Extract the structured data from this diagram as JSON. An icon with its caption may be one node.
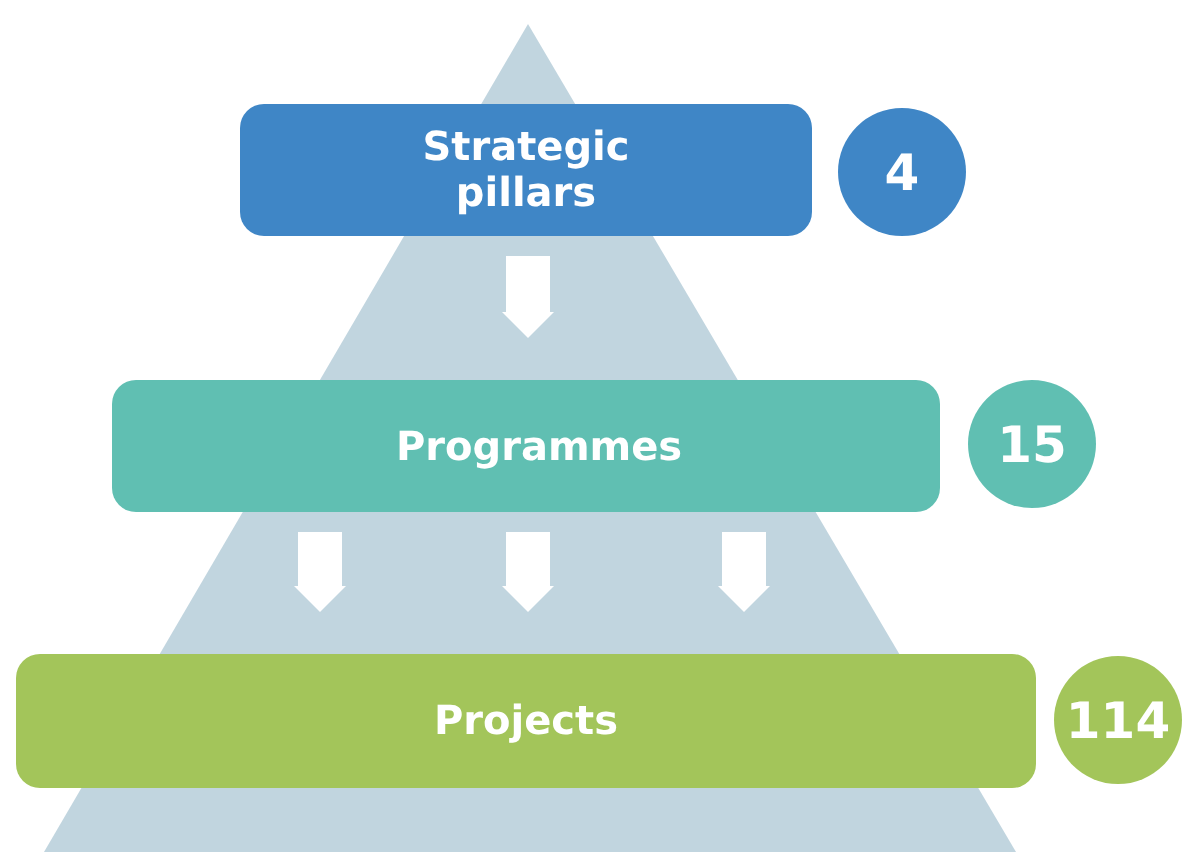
{
  "diagram": {
    "nodes": [
      {
        "text": [
          "Strategic pillars"
        ]
      },
      {
        "text": [
          "4"
        ]
      },
      {
        "text": [
          "Programmes"
        ]
      },
      {
        "text": [
          "15"
        ]
      },
      {
        "text": [
          "Projects"
        ]
      },
      {
        "text": [
          "114"
        ]
      }
    ],
    "edges": [
      {
        "from": 0,
        "to": 2,
        "arrow": "to"
      },
      {
        "from": 2,
        "to": 4,
        "arrow": "to"
      },
      {
        "from": 2,
        "to": 4,
        "arrow": "to"
      },
      {
        "from": 2,
        "to": 4,
        "arrow": "to"
      }
    ]
  }
}
